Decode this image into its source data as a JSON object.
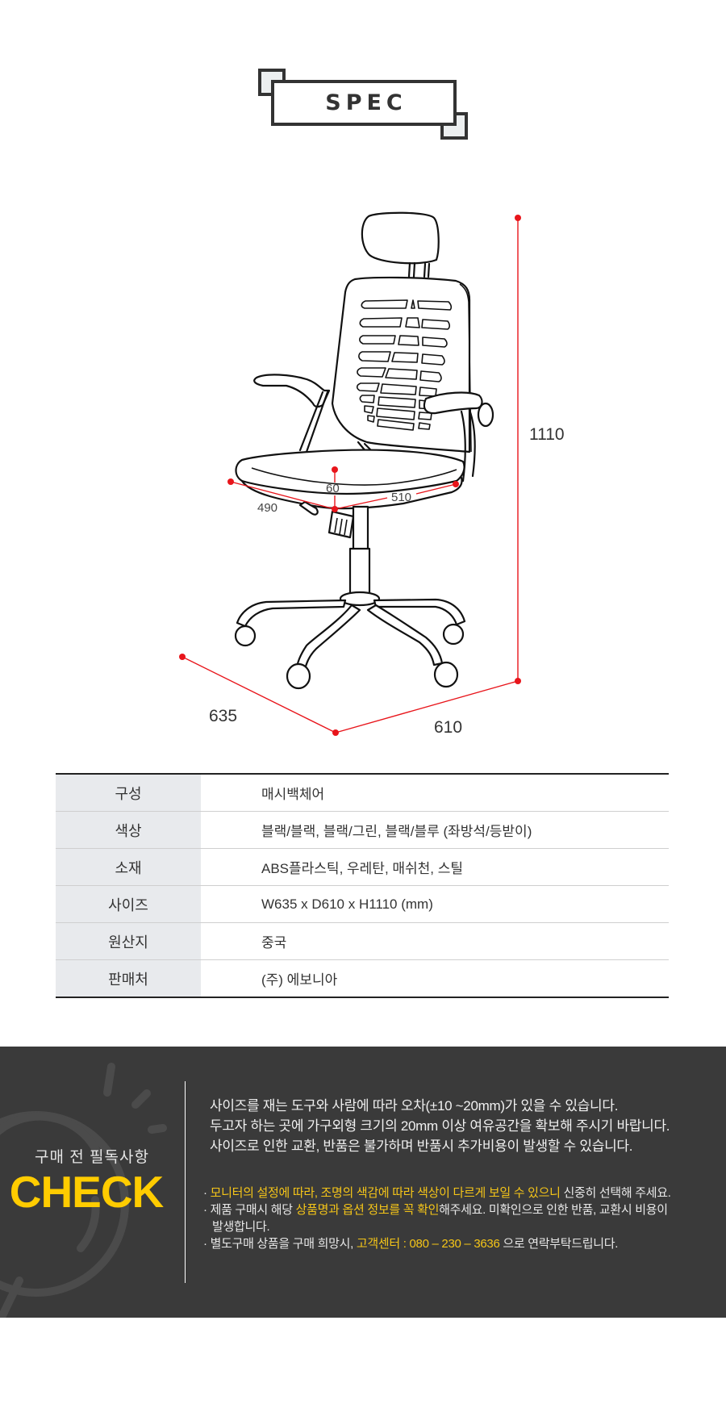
{
  "spec_badge": {
    "title": "SPEC"
  },
  "drawing": {
    "icon": "office-chair-line-drawing",
    "dimensions": {
      "height": "1110",
      "width": "635",
      "depth": "610",
      "seat_thickness": "60",
      "seat_width": "490",
      "seat_depth": "510"
    },
    "accent_color": "#e8151b"
  },
  "spec_table": {
    "rows": [
      {
        "key": "구성",
        "value": "매시백체어"
      },
      {
        "key": "색상",
        "value": "블랙/블랙, 블랙/그린, 블랙/블루  (좌방석/등받이)"
      },
      {
        "key": "소재",
        "value": "ABS플라스틱, 우레탄, 매쉬천, 스틸"
      },
      {
        "key": "사이즈",
        "value": "W635 x D610 x H1110 (mm)"
      },
      {
        "key": "원산지",
        "value": "중국"
      },
      {
        "key": "판매처",
        "value": "(주) 에보니아"
      }
    ]
  },
  "check": {
    "subtitle": "구매 전 필독사항",
    "title": "CHECK",
    "title_color": "#ffcc00",
    "deco_icon": "magnifier-icon",
    "notes": [
      "사이즈를 재는 도구와 사람에 따라 오차(±10 ~20mm)가 있을 수 있습니다.",
      "두고자 하는 곳에 가구외형 크기의 20mm 이상 여유공간을 확보해 주시기 바랍니다.",
      "사이즈로 인한 교환, 반품은 불가하며 반품시 추가비용이 발생할 수 있습니다."
    ],
    "bullets": {
      "b1_prefix": "· ",
      "b1_highlight": "모니터의 설정에 따라, 조명의 색감에 따라 색상이 다르게 보일 수 있으니",
      "b1_rest": " 신중히 선택해 주세요.",
      "b2_prefix": "· 제품 구매시 해당 ",
      "b2_highlight": "상품명과 옵션 정보를 꼭 확인",
      "b2_rest": "해주세요. 미확인으로 인한 반품, 교환시 비용이",
      "b2_cont": "발생합니다.",
      "b3_prefix": "· 별도구매 상품을 구매 희망시, ",
      "b3_highlight": "고객센터 : 080 – 230 – 3636",
      "b3_rest": " 으로 연락부탁드립니다."
    }
  }
}
